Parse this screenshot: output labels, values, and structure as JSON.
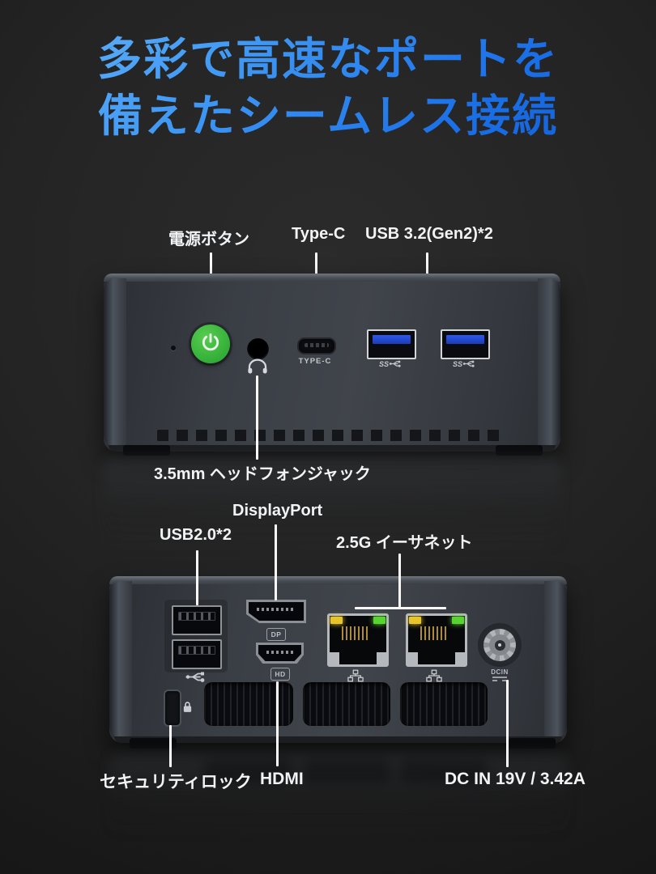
{
  "title": {
    "line1": "多彩で高速なポートを",
    "line2": "備えたシームレス接続"
  },
  "front": {
    "label_power": "電源ボタン",
    "label_typec": "Type-C",
    "label_usb32": "USB 3.2(Gen2)*2",
    "label_headphone": "3.5mm ヘッドフォンジャック",
    "marking_typec": "TYPE-C",
    "marking_ss": "SS"
  },
  "rear": {
    "label_usb20": "USB2.0*2",
    "label_dp": "DisplayPort",
    "label_eth": "2.5G イーサネット",
    "label_security": "セキュリティロック",
    "label_hdmi": "HDMI",
    "label_dcin": "DC IN 19V / 3.42A",
    "marking_dp": "DP",
    "marking_hd": "HD",
    "marking_dcin": "DCIN"
  },
  "colors": {
    "title_gradient_start": "#66b4fa",
    "title_gradient_end": "#0f5cd6",
    "background": "#222222",
    "label_text": "#f2f3f5",
    "power_button_green": "#3ab53c",
    "usb3_blue": "#2f58ea",
    "led_yellow": "#e6c42a",
    "led_green": "#57d42f"
  }
}
